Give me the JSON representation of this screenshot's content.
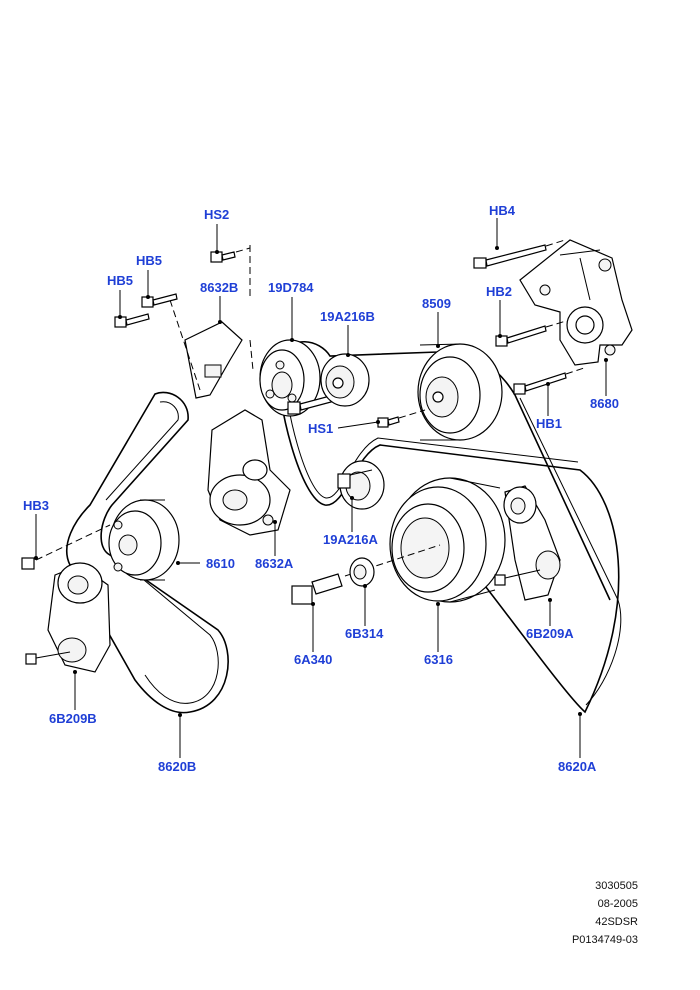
{
  "labels": {
    "hs2": "HS2",
    "hb4": "HB4",
    "hb5a": "HB5",
    "hb5b": "HB5",
    "p8632b": "8632B",
    "p19d784": "19D784",
    "p19a216b": "19A216B",
    "p8509": "8509",
    "hb2": "HB2",
    "p8680": "8680",
    "hb1": "HB1",
    "hs1": "HS1",
    "hb3": "HB3",
    "p8610": "8610",
    "p8632a": "8632A",
    "p19a216a": "19A216A",
    "p6a340": "6A340",
    "p6b314": "6B314",
    "p6316": "6316",
    "p6b209a": "6B209A",
    "p6b209b": "6B209B",
    "p8620b": "8620B",
    "p8620a": "8620A"
  },
  "meta": {
    "line1": "3030505",
    "line2": "08-2005",
    "line3": "42SDSR",
    "line4": "P0134749-03"
  },
  "colors": {
    "label": "#1f3fd6",
    "line": "#000000"
  }
}
